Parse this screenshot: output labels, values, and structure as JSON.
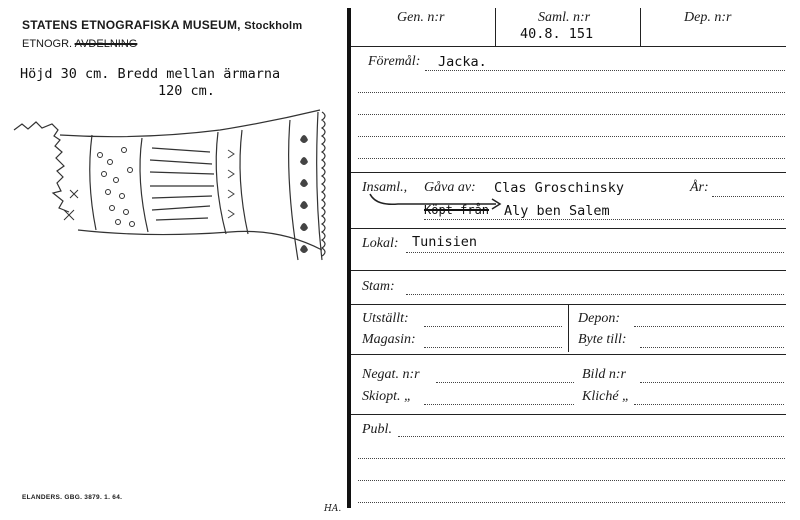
{
  "museum": {
    "name": "STATENS ETNOGRAFISKA MUSEUM,",
    "city": "Stockholm",
    "dept": "ETNOGR.",
    "struck_word": "AVDELNING"
  },
  "note": {
    "line1": "Höjd 30 cm. Bredd mellan ärmarna",
    "line2": "120 cm."
  },
  "card": {
    "gen_label": "Gen. n:r",
    "saml_label": "Saml. n:r",
    "saml_value": "40.8. 151",
    "dep_label": "Dep. n:r",
    "foremal_label": "Föremål:",
    "foremal_value": "Jacka.",
    "insaml_label": "Insaml.,",
    "gava_label": "Gåva av:",
    "gava_value": "Clas Groschinsky",
    "ar_label": "År:",
    "struck_value": "Köpt från",
    "seller_value": "Aly ben Salem",
    "lokal_label": "Lokal:",
    "lokal_value": "Tunisien",
    "stam_label": "Stam:",
    "utstallt_label": "Utställt:",
    "depon_label": "Depon:",
    "magasin_label": "Magasin:",
    "byte_label": "Byte till:",
    "negat_label": "Negat. n:r",
    "bild_label": "Bild n:r",
    "skiopt_label": "Skiopt. „",
    "kliche_label": "Kliché „",
    "publ_label": "Publ."
  },
  "footer": {
    "printer": "ELANDERS. GBG. 3879. 1. 64.",
    "initials": "HA."
  }
}
